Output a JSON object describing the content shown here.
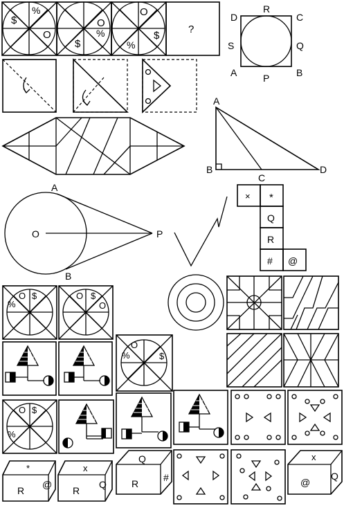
{
  "row1": {
    "circle_a": {
      "s1": "$",
      "s2": "%",
      "s3": "O"
    },
    "circle_b": {
      "s1": "O",
      "s2": "%",
      "s3": "$"
    },
    "circle_c": {
      "s1": "O",
      "s2": "$",
      "s3": "%"
    },
    "answer": "?"
  },
  "square_circle": {
    "D": "D",
    "R": "R",
    "C": "C",
    "S": "S",
    "Q": "Q",
    "A": "A",
    "P": "P",
    "B": "B"
  },
  "triangle": {
    "A": "A",
    "B": "B",
    "C": "C",
    "D": "D"
  },
  "tangent": {
    "A": "A",
    "O": "O",
    "P": "P",
    "B": "B"
  },
  "cube_net": {
    "times": "×",
    "star": "*",
    "Q": "Q",
    "R": "R",
    "hash": "#",
    "at": "@"
  },
  "pie_small": {
    "a": {
      "O": "O",
      "dollar": "$",
      "pct": "%"
    },
    "b": {
      "O1": "O",
      "dollar": "$",
      "O2": "O"
    },
    "c": {
      "O": "O",
      "pct": "%",
      "dollar": "$"
    },
    "d": {
      "O": "O",
      "dollar": "$",
      "pct": "%"
    }
  },
  "cubes": {
    "c1": {
      "top": "*",
      "front": "R",
      "side": "@"
    },
    "c2": {
      "top": "x",
      "front": "R",
      "side": "Q"
    },
    "c3": {
      "top": "Q",
      "front": "R",
      "side": "#"
    },
    "c4": {
      "top": "x",
      "front": "@",
      "side": "Q"
    }
  },
  "colors": {
    "ink": "#000000",
    "paper": "#ffffff"
  }
}
